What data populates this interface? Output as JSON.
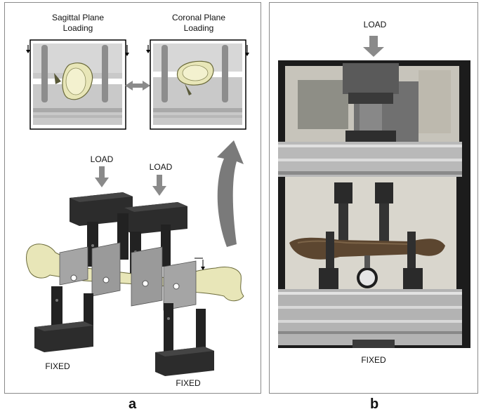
{
  "panel_a": {
    "sagittal_label_line1": "Sagittal Plane",
    "sagittal_label_line2": "Loading",
    "coronal_label_line1": "Coronal Plane",
    "coronal_label_line2": "Loading",
    "load_label_1": "LOAD",
    "load_label_2": "LOAD",
    "fixed_label_1": "FIXED",
    "fixed_label_2": "FIXED",
    "caption": "a"
  },
  "panel_b": {
    "load_label": "LOAD",
    "fixed_label": "FIXED",
    "caption": "b"
  },
  "colors": {
    "bone": "#e8e6b8",
    "fixture_dark": "#2a2a2a",
    "fixture_grey": "#9a9a9a",
    "arrow_grey": "#7a7a7a"
  }
}
